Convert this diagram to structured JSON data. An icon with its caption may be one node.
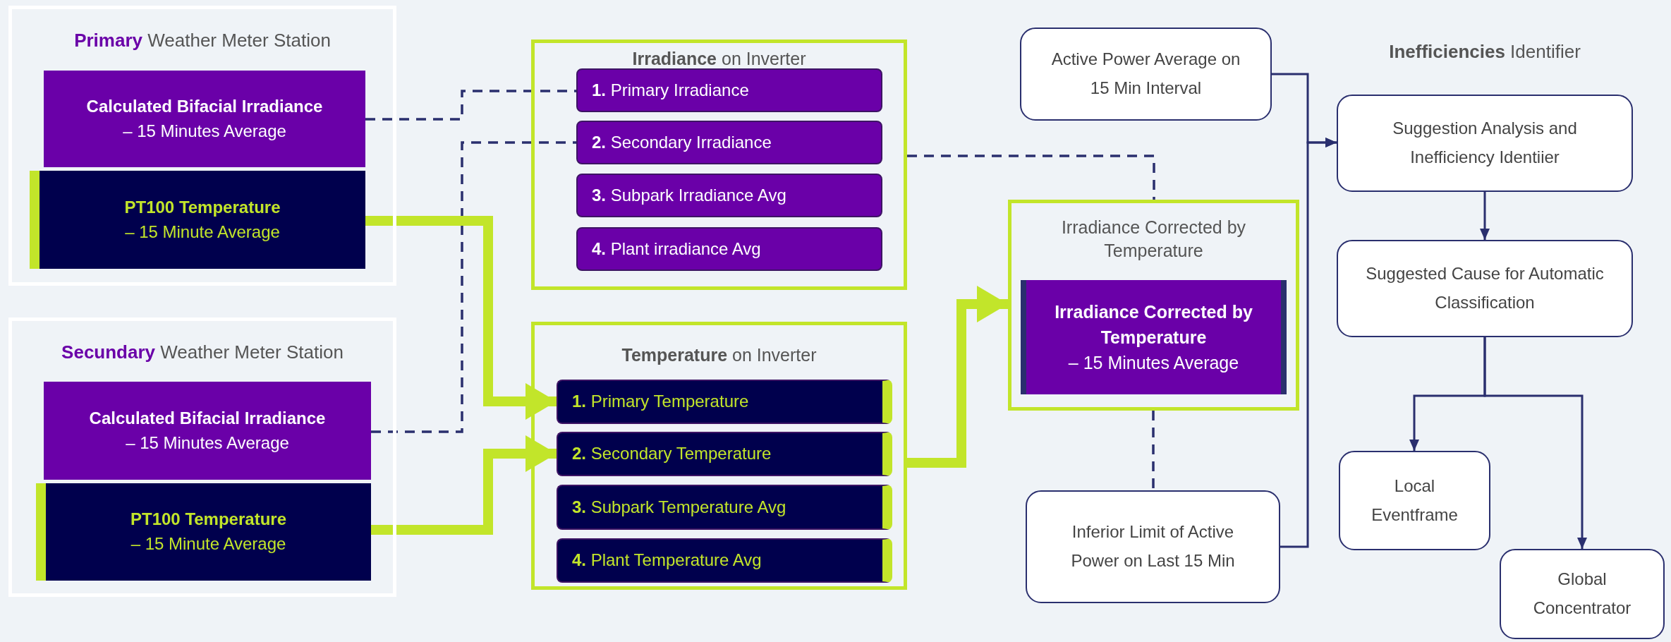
{
  "diagram": {
    "nodes": [
      {
        "text": [
          "**Primary** Weather Meter Station"
        ]
      },
      {
        "text": [
          "Calculated Bifacial Irradiance",
          "– 15 Minutes Average"
        ],
        "in": 0
      },
      {
        "text": [
          "PT100 Temperature",
          "– 15 Minute Average"
        ],
        "in": 0
      },
      {
        "text": [
          "**Secundary** Weather Meter Station"
        ]
      },
      {
        "text": [
          "Calculated Bifacial Irradiance",
          "– 15 Minutes Average"
        ],
        "in": 3
      },
      {
        "text": [
          "PT100 Temperature",
          "– 15 Minute Average"
        ],
        "in": 3
      },
      {
        "text": [
          "**Irradiance** on Inverter"
        ]
      },
      {
        "text": [
          "**1.** Primary Irradiance"
        ],
        "in": 6
      },
      {
        "text": [
          "**2.** Secondary Irradiance"
        ],
        "in": 6
      },
      {
        "text": [
          "**3.** Subpark Irradiance Avg"
        ],
        "in": 6
      },
      {
        "text": [
          "**4.** Plant irradiance Avg"
        ],
        "in": 6
      },
      {
        "text": [
          "**Temperature** on Inverter"
        ]
      },
      {
        "text": [
          "**1.** Primary Temperature"
        ],
        "in": 11
      },
      {
        "text": [
          "**2.** Secondary Temperature"
        ],
        "in": 11
      },
      {
        "text": [
          "**3.** Subpark Temperature Avg"
        ],
        "in": 11
      },
      {
        "text": [
          "**4.** Plant Temperature Avg"
        ],
        "in": 11
      },
      {
        "text": [
          "Irradiance Corrected by Temperature"
        ]
      },
      {
        "text": [
          "Irradiance Corrected by Temperature",
          "– 15 Minutes Average"
        ],
        "in": 16
      },
      {
        "text": [
          "Active Power Average on 15 Min Interval"
        ]
      },
      {
        "text": [
          "Inferior Limit of Active Power on Last 15 Min"
        ]
      },
      {
        "text": [
          "Suggestion Analysis and Inefficiency Identiier"
        ]
      },
      {
        "text": [
          "Suggested Cause for Automatic Classification"
        ]
      },
      {
        "text": [
          "Local Eventframe"
        ]
      },
      {
        "text": [
          "Global Concentrator"
        ]
      }
    ],
    "edges": [
      {
        "from": 1,
        "to": 7,
        "arrow": "none",
        "style": "dashed"
      },
      {
        "from": 4,
        "to": 8,
        "arrow": "none",
        "style": "dashed"
      },
      {
        "from": 6,
        "to": 16,
        "arrow": "none",
        "style": "dashed"
      },
      {
        "from": 16,
        "to": 19,
        "arrow": "none",
        "style": "dashed"
      },
      {
        "from": 2,
        "to": 12,
        "arrow": "to",
        "style": "thick",
        "color": "#c2e52a"
      },
      {
        "from": 5,
        "to": 13,
        "arrow": "to",
        "style": "thick",
        "color": "#c2e52a"
      },
      {
        "from": 11,
        "to": 16,
        "arrow": "to",
        "style": "thick",
        "color": "#c2e52a"
      },
      {
        "from": 18,
        "to": 20,
        "arrow": "to"
      },
      {
        "from": 19,
        "to": 20,
        "arrow": "to"
      },
      {
        "from": 20,
        "to": 21,
        "arrow": "to"
      },
      {
        "from": 21,
        "to": 22,
        "arrow": "to"
      },
      {
        "from": 21,
        "to": 23,
        "arrow": "to"
      }
    ],
    "labels": [
      "**Inefficiencies** Identifier"
    ]
  }
}
